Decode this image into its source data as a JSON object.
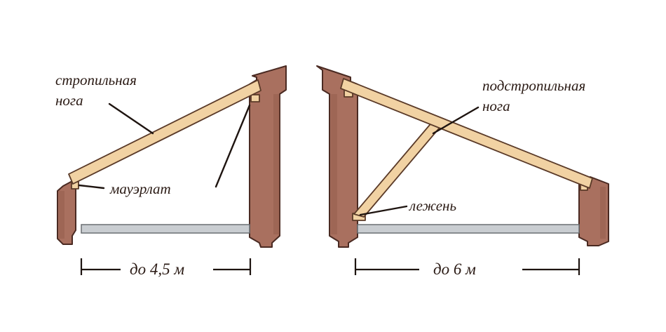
{
  "left_diagram": {
    "label_rafter": [
      "стропильная",
      "нога"
    ],
    "label_mauerlat": "мауэрлат",
    "dimension": "до 4,5 м"
  },
  "right_diagram": {
    "label_strut": [
      "подстропильная",
      "нога"
    ],
    "label_sill": "лежень",
    "dimension": "до 6 м"
  },
  "colors": {
    "wall": "#a9705f",
    "wall_outline": "#4a2a22",
    "wall_dark": "#8a5446",
    "timber": "#f1d2a3",
    "timber_outline": "#5a3a28",
    "floor": "#c9cdd1",
    "floor_outline": "#6a6e72",
    "line": "#1e1410"
  }
}
